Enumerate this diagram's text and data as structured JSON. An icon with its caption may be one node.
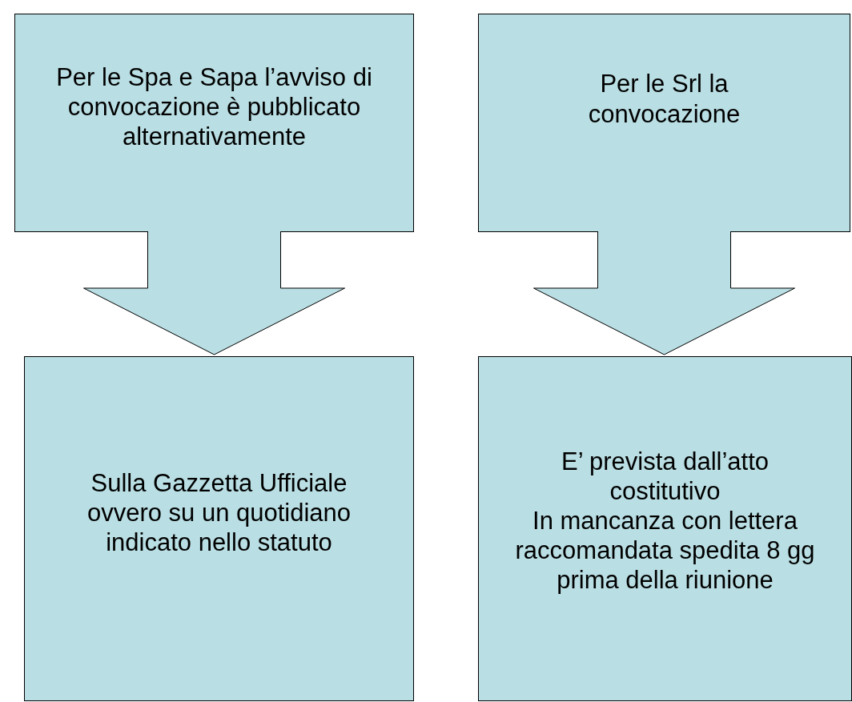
{
  "diagram": {
    "nodes": [
      {
        "text": [
          "Per le Spa e Sapa l’avviso di convocazione è pubblicato alternativamente"
        ]
      },
      {
        "text": [
          "Per le Srl la convocazione"
        ]
      },
      {
        "text": [
          "Sulla Gazzetta Ufficiale ovvero su un quotidiano indicato nello statuto"
        ]
      },
      {
        "text": [
          "E’ prevista dall’atto costitutivo",
          "In mancanza con lettera raccomandata spedita 8 gg prima della riunione"
        ]
      }
    ],
    "edges": [
      {
        "from": 0,
        "to": 2,
        "arrow": "to"
      },
      {
        "from": 1,
        "to": 3,
        "arrow": "to"
      }
    ]
  }
}
